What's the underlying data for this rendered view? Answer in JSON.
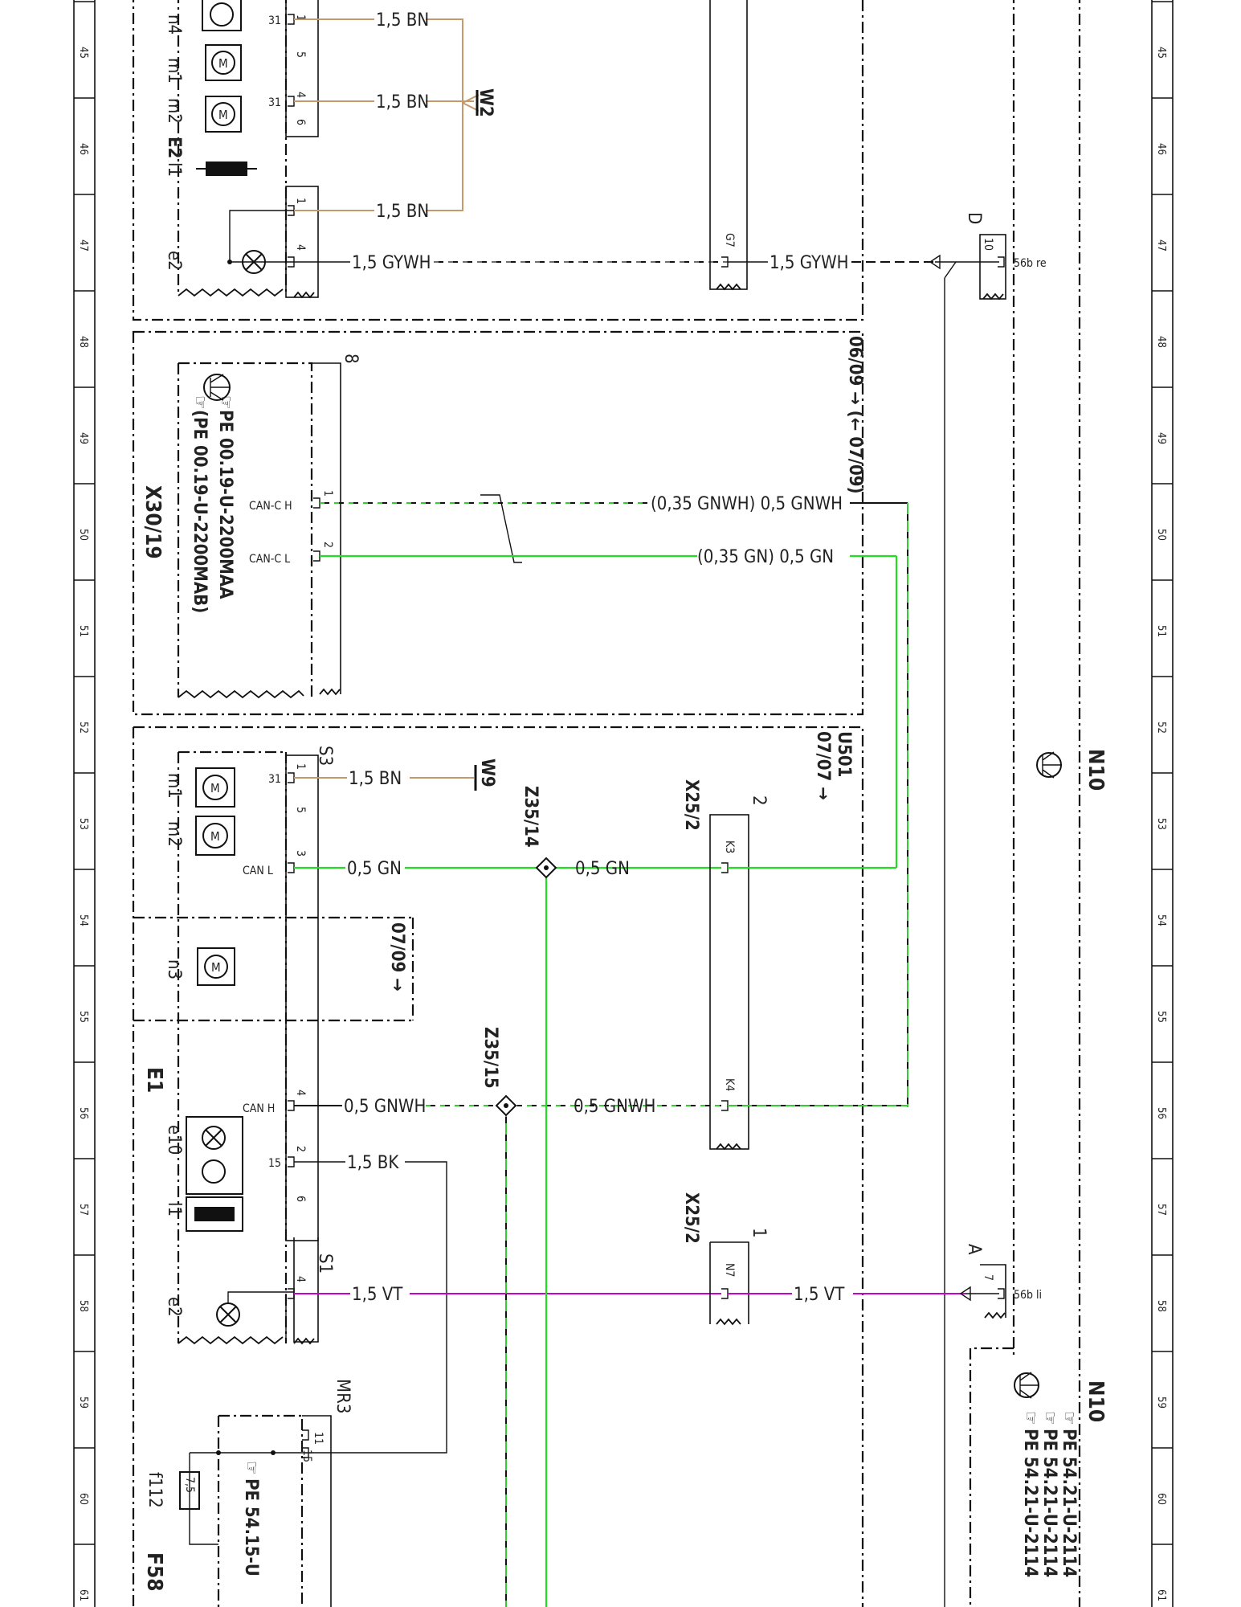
{
  "ruler": {
    "numbers": [
      "45",
      "46",
      "47",
      "48",
      "49",
      "50",
      "51",
      "52",
      "53",
      "54",
      "55",
      "56",
      "57",
      "58",
      "59",
      "60",
      "61"
    ]
  },
  "top_module": {
    "component_labels": [
      "n4",
      "m1",
      "m2",
      "E2",
      "l1",
      "e2"
    ],
    "pins": [
      {
        "id": "t1",
        "num": "1",
        "term": "31"
      },
      {
        "id": "t5",
        "num": "5",
        "term": ""
      },
      {
        "id": "t4a",
        "num": "4",
        "term": "31"
      },
      {
        "id": "t6",
        "num": "6",
        "term": ""
      },
      {
        "id": "t1b",
        "num": "1",
        "term": ""
      },
      {
        "id": "t4b",
        "num": "4",
        "term": ""
      }
    ],
    "wires": {
      "bn1": "1,5 BN",
      "bn2": "1,5 BN",
      "bn3": "1,5 BN",
      "gywh1": "1,5 GYWH"
    },
    "ground": "W2"
  },
  "connector_g": {
    "pin": "G7",
    "wire": "1,5 GYWH"
  },
  "right_top": {
    "letter": "D",
    "pin": "10",
    "term": "56b re"
  },
  "can_block": {
    "ref": "X30/19",
    "pe1": "PE 00.19-U-2200MAA",
    "pe2": "(PE 00.19-U-2200MAB)",
    "num": "8",
    "canh": {
      "label": "CAN-C H",
      "pin": "1",
      "wire": "(0,35 GNWH) 0,5 GNWH"
    },
    "canl": {
      "label": "CAN-C L",
      "pin": "2",
      "wire": "(0,35 GN) 0,5 GN"
    },
    "validity": "06/09 → (← 07/09)"
  },
  "lower_module": {
    "ref": "E1",
    "connector": "S3",
    "labels": [
      "m1",
      "m2",
      "n3",
      "e10",
      "l1",
      "e2"
    ],
    "validity_u": "U501",
    "validity_u2": "07/07 →",
    "validity_n3": "07/09 →",
    "pins": {
      "p1": {
        "num": "1",
        "term": "31",
        "wire": "1,5 BN"
      },
      "p5": {
        "num": "5"
      },
      "p3": {
        "num": "3",
        "term": "CAN L",
        "wire": "0,5 GN"
      },
      "p4": {
        "num": "4",
        "term": "CAN H",
        "wire": "0,5 GNWH"
      },
      "p2": {
        "num": "2",
        "term": "15",
        "wire": "1,5 BK"
      },
      "p6": {
        "num": "6"
      },
      "p4b": {
        "num": "4",
        "wire": "1,5 VT"
      }
    },
    "s1": "S1",
    "ground": "W9"
  },
  "splices": {
    "z14": "Z35/14",
    "z15": "Z35/15",
    "w14": "0,5 GN",
    "w15": "0,5 GNWH"
  },
  "x25_a": {
    "ref": "X25/2",
    "num": "2",
    "k3": "K3",
    "k4": "K4"
  },
  "x25_b": {
    "ref": "X25/2",
    "num": "1",
    "pin": "N7",
    "wire": "1,5 VT"
  },
  "right_bottom": {
    "letter": "A",
    "pin": "7",
    "term": "56b li"
  },
  "n10": {
    "ref": "N10",
    "ref2": "N10",
    "pe1": "PE 54.21-U-2114",
    "pe2": "PE 54.21-U-2114",
    "pe3": "PE 54.21-U-2114"
  },
  "fuse_block": {
    "ref": "F58",
    "fuse": "f112",
    "rating": "7,5",
    "connector": "MR3",
    "pin11": "11",
    "pin15": "15",
    "pe": "PE 54.15-U"
  },
  "colors": {
    "bn": "#c49a6c",
    "gn": "#22dd22",
    "gnwh_dash": "#33cc33",
    "gywh_dash": "#777777",
    "vt": "#cc00cc",
    "bk": "#111111"
  }
}
